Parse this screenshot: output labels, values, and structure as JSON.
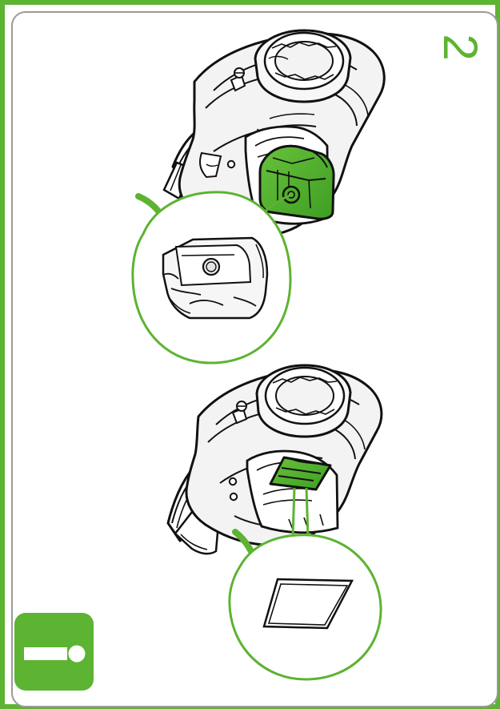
{
  "page": {
    "step_number": "2",
    "accent_color": "#5DB332",
    "frame_color": "#5DB332",
    "icon_names": [
      "vacuum-cutaway-illustration",
      "dust-bag-callout",
      "filter-callout",
      "exclamation-warning-icon"
    ]
  }
}
